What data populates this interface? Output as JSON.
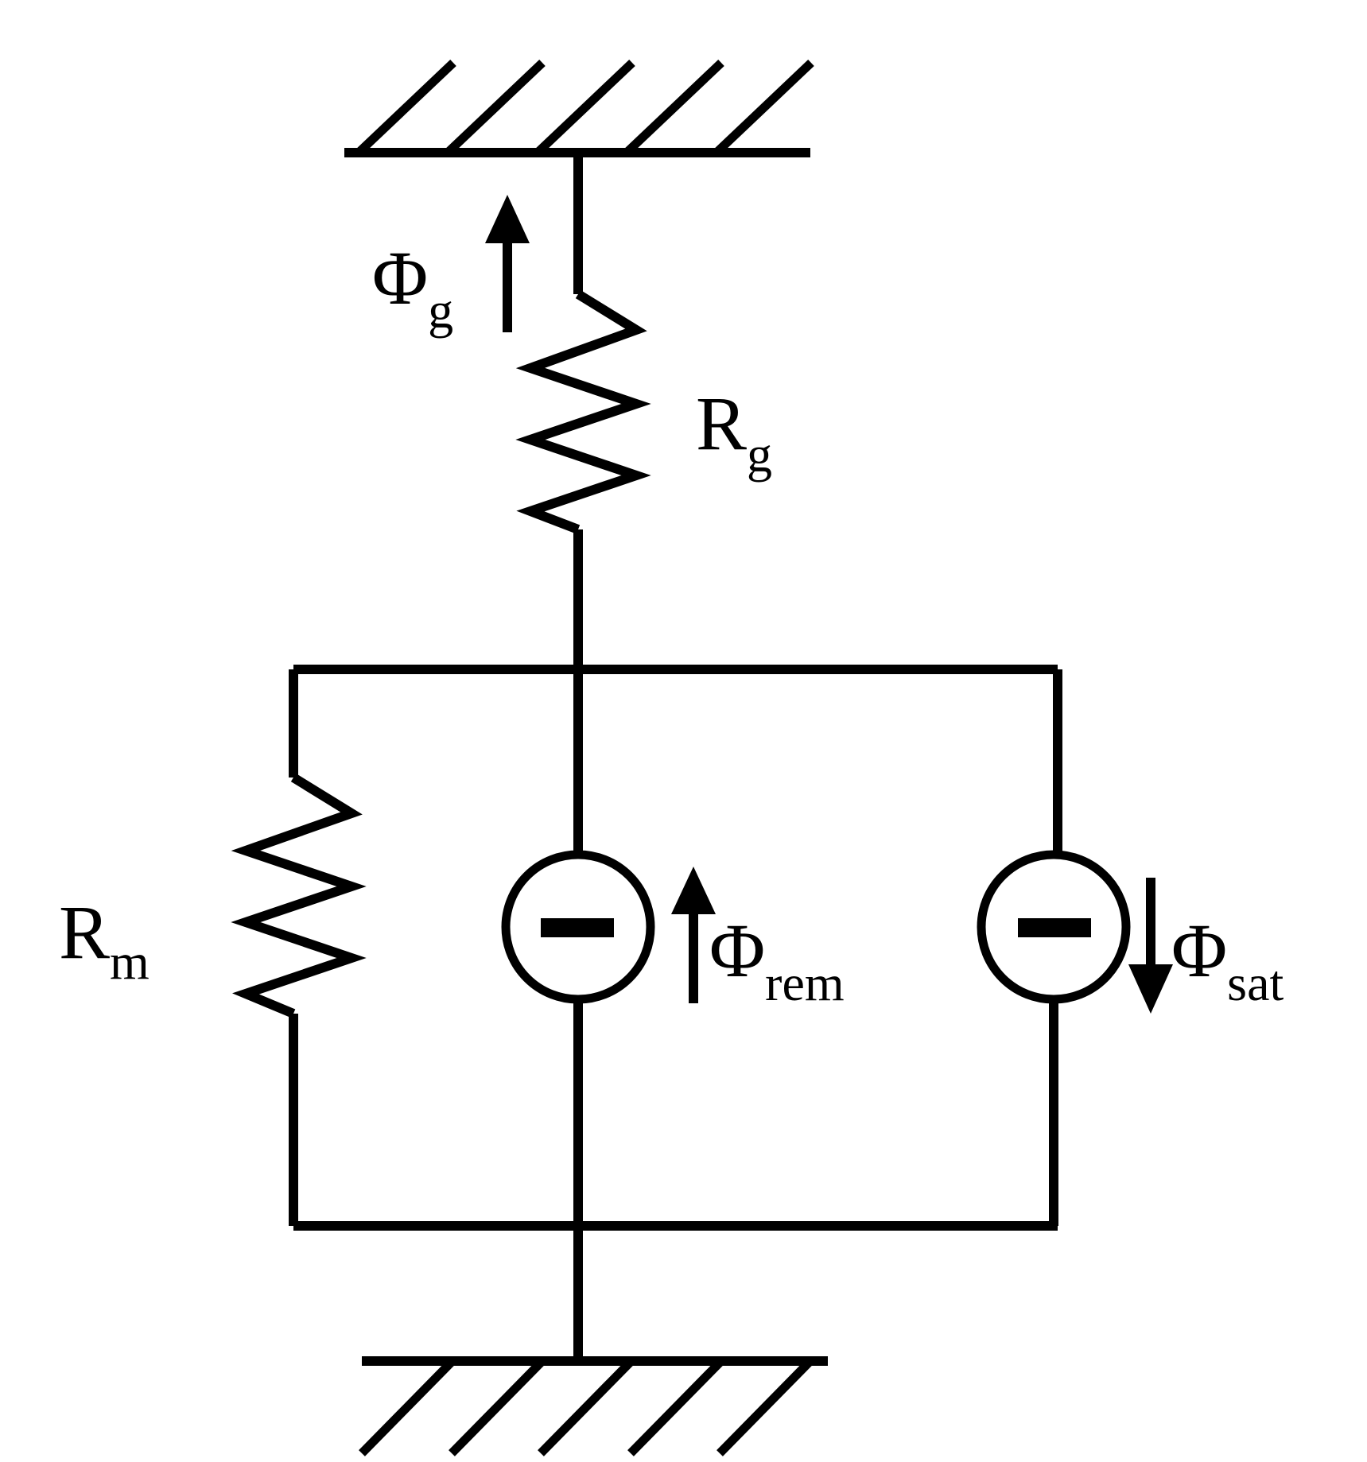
{
  "diagram": {
    "labels": {
      "phi_g": {
        "symbol": "Φ",
        "subscript": "g"
      },
      "r_g": {
        "symbol": "R",
        "subscript": "g"
      },
      "r_m": {
        "symbol": "R",
        "subscript": "m"
      },
      "phi_rem": {
        "symbol": "Φ",
        "subscript": "rem"
      },
      "phi_sat": {
        "symbol": "Φ",
        "subscript": "sat"
      }
    }
  }
}
